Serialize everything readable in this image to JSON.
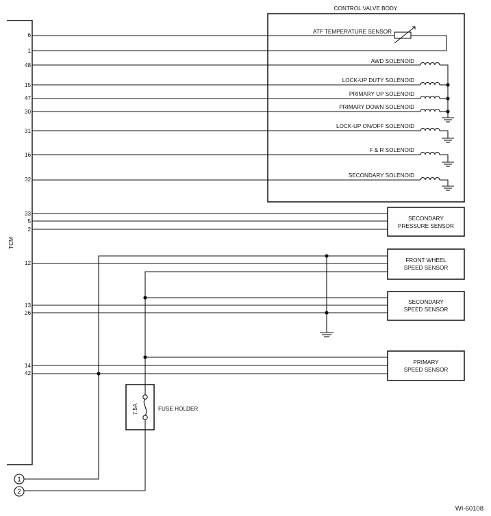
{
  "tcm": {
    "label": "TCM",
    "pins": [
      {
        "id": "6"
      },
      {
        "id": "1"
      },
      {
        "id": "48"
      },
      {
        "id": "15"
      },
      {
        "id": "47"
      },
      {
        "id": "30"
      },
      {
        "id": "31"
      },
      {
        "id": "16"
      },
      {
        "id": "32"
      },
      {
        "id": "33"
      },
      {
        "id": "5"
      },
      {
        "id": "2"
      },
      {
        "id": "12"
      },
      {
        "id": "13"
      },
      {
        "id": "26"
      },
      {
        "id": "14"
      },
      {
        "id": "42"
      }
    ]
  },
  "control_valve_body": {
    "title": "CONTROL VALVE BODY",
    "components": [
      "ATF TEMPERATURE SENSOR",
      "AWD SOLENOID",
      "LOCK-UP DUTY SOLENOID",
      "PRIMARY UP SOLENOID",
      "PRIMARY DOWN SOLENOID",
      "LOCK-UP ON/OFF SOLENOID",
      "F & R SOLENOID",
      "SECONDARY SOLENOID"
    ]
  },
  "sensors": {
    "secondary_pressure": [
      "SECONDARY",
      "PRESSURE SENSOR"
    ],
    "front_wheel_speed": [
      "FRONT WHEEL",
      "SPEED SENSOR"
    ],
    "secondary_speed": [
      "SECONDARY",
      "SPEED SENSOR"
    ],
    "primary_speed": [
      "PRIMARY",
      "SPEED SENSOR"
    ]
  },
  "fuse": {
    "label": "FUSE HOLDER",
    "rating": "7.5A"
  },
  "connectors": [
    "1",
    "2"
  ],
  "figure_id": "WI-60108"
}
